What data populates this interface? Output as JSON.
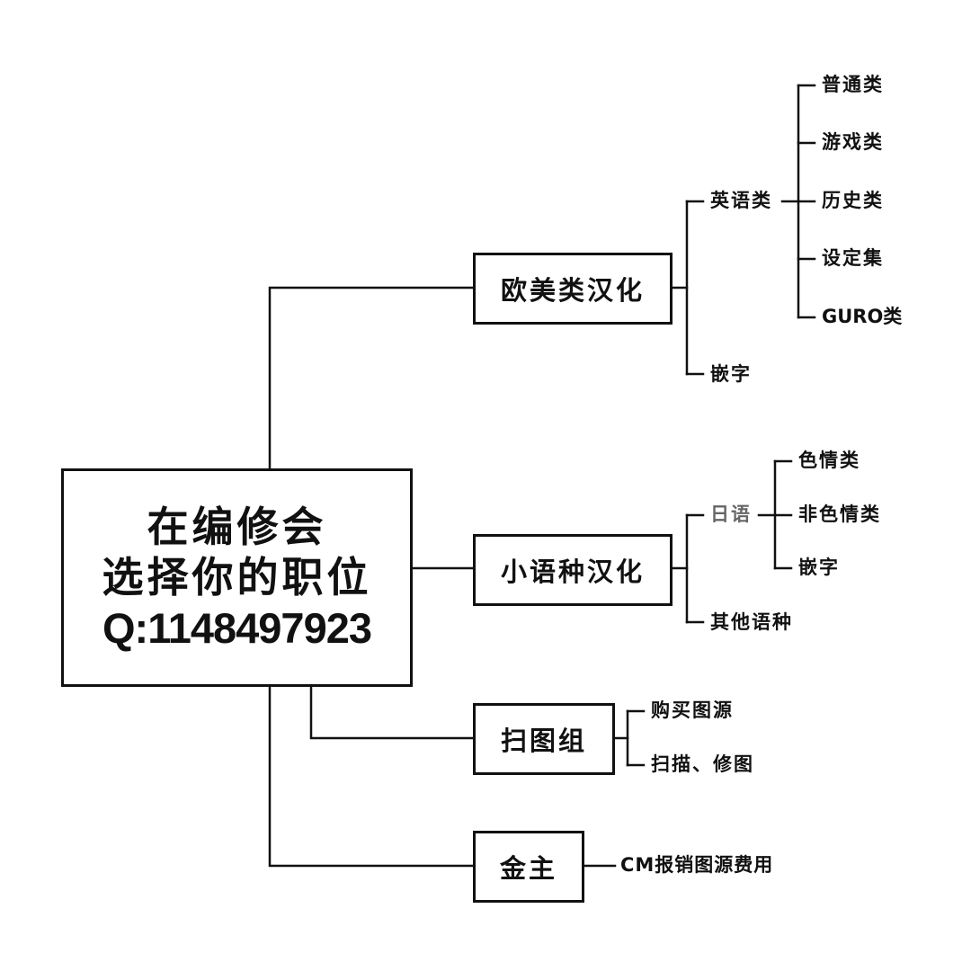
{
  "root": {
    "line1": "在编修会",
    "line2": "选择你的职位",
    "line3": "Q:1148497923"
  },
  "branches": [
    {
      "label": "欧美类汉化",
      "children": [
        {
          "label": "英语类",
          "children": [
            "普通类",
            "游戏类",
            "历史类",
            "设定集",
            "GURO类"
          ]
        },
        {
          "label": "嵌字"
        }
      ]
    },
    {
      "label": "小语种汉化",
      "children": [
        {
          "label": "日语",
          "children": [
            "色情类",
            "非色情类",
            "嵌字"
          ]
        },
        {
          "label": "其他语种"
        }
      ]
    },
    {
      "label": "扫图组",
      "children": [
        {
          "label": "购买图源"
        },
        {
          "label": "扫描、修图"
        }
      ]
    },
    {
      "label": "金主",
      "children": [
        {
          "label": "CM报销图源费用"
        }
      ]
    }
  ],
  "colors": {
    "line": "#111111",
    "muted_text": "#666666"
  }
}
